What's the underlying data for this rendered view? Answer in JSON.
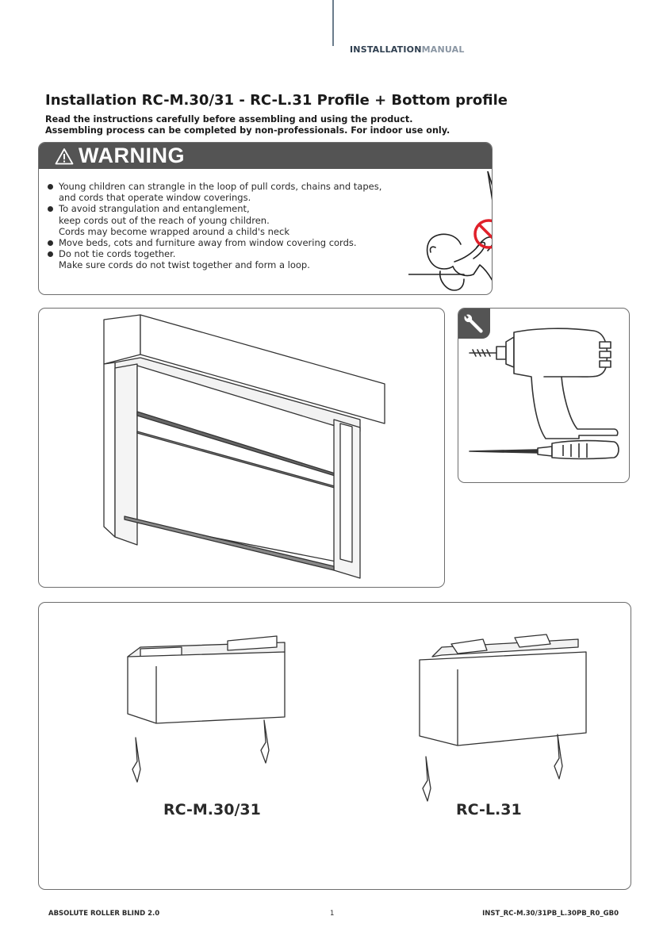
{
  "header": {
    "part1": "INSTALLATION",
    "part2": "MANUAL"
  },
  "title": "Installation RC-M.30/31 - RC-L.31 Profile + Bottom profile",
  "intro": [
    "Read the instructions carefully before assembling and using the product.",
    "Assembling process can be completed by non-professionals. For indoor use only."
  ],
  "warning": {
    "heading": "WARNING",
    "items": [
      [
        "Young children can strangle in the loop of pull cords, chains and tapes,",
        "and cords that operate window coverings."
      ],
      [
        "To avoid strangulation and entanglement,",
        "keep cords out of the reach of young children.",
        "Cords may become wrapped around a child's neck"
      ],
      [
        "Move beds, cots and furniture away from window covering cords."
      ],
      [
        "Do not tie cords together.",
        "Make sure cords do not twist together and form a loop."
      ]
    ]
  },
  "labels": {
    "left": "RC-M.30/31",
    "right": "RC-L.31"
  },
  "footer": {
    "left": "ABSOLUTE ROLLER BLIND 2.0",
    "page": "1",
    "right": "INST_RC-M.30/31PB_L.30PB_R0_GB0"
  },
  "icons": [
    "warning-triangle-icon",
    "no-child-cord-icon",
    "wrench-icon",
    "drill-icon",
    "screwdriver-icon"
  ]
}
